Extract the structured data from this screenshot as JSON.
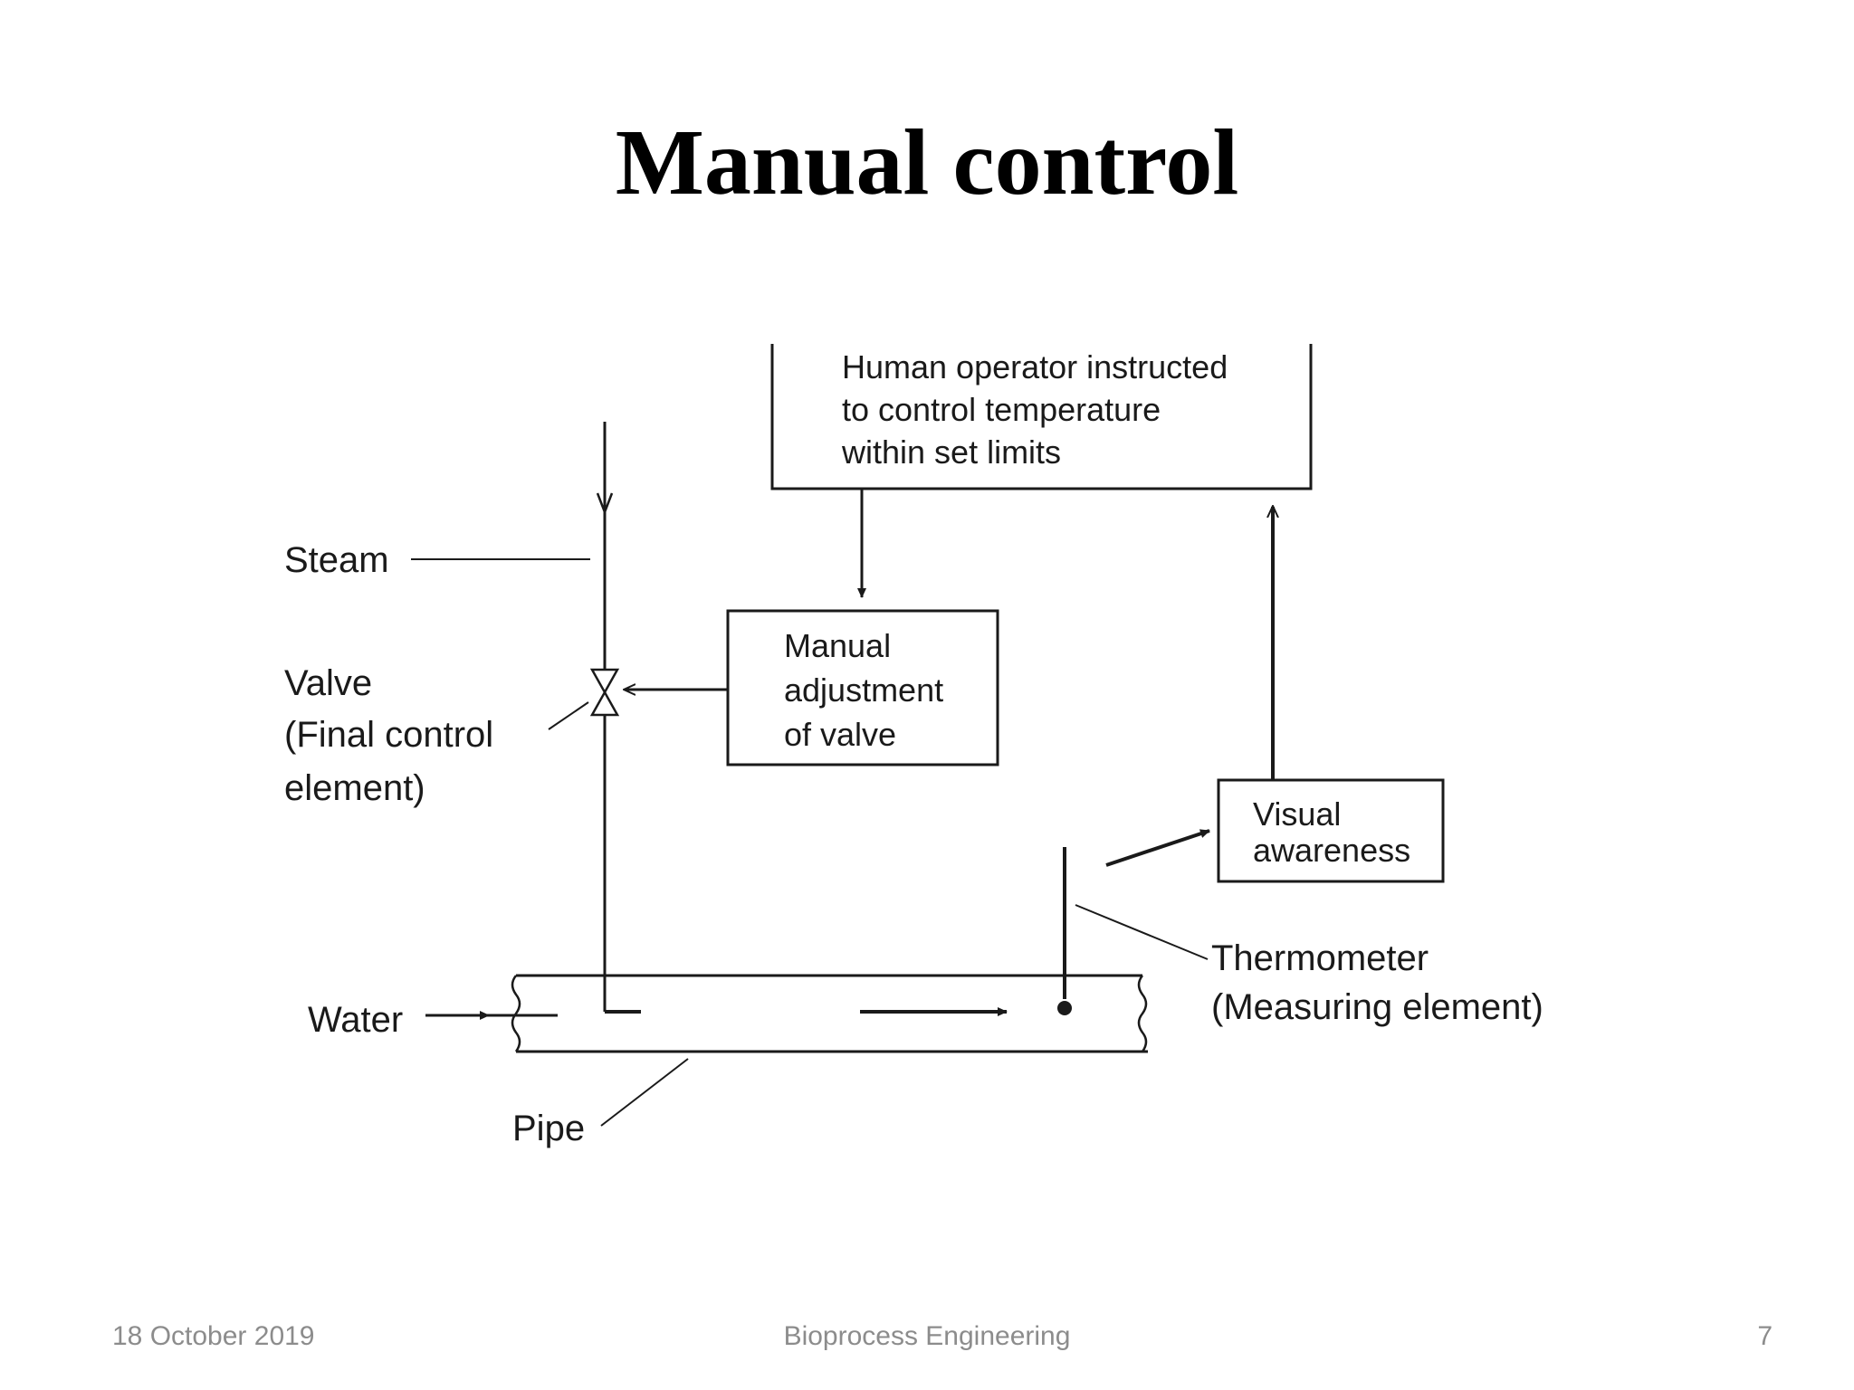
{
  "slide": {
    "title": "Manual control"
  },
  "diagram": {
    "operator_box": [
      "Human operator instructed",
      "to control temperature",
      "within set limits"
    ],
    "manual_box": [
      "Manual",
      "adjustment",
      "of valve"
    ],
    "visual_box": [
      "Visual",
      "awareness"
    ],
    "steam_label": "Steam",
    "valve_label": [
      "Valve",
      "(Final control",
      "element)"
    ],
    "water_label": "Water",
    "pipe_label": "Pipe",
    "thermometer_label": [
      "Thermometer",
      "(Measuring element)"
    ]
  },
  "footer": {
    "date": "18 October 2019",
    "course": "Bioprocess Engineering",
    "page": "7"
  }
}
